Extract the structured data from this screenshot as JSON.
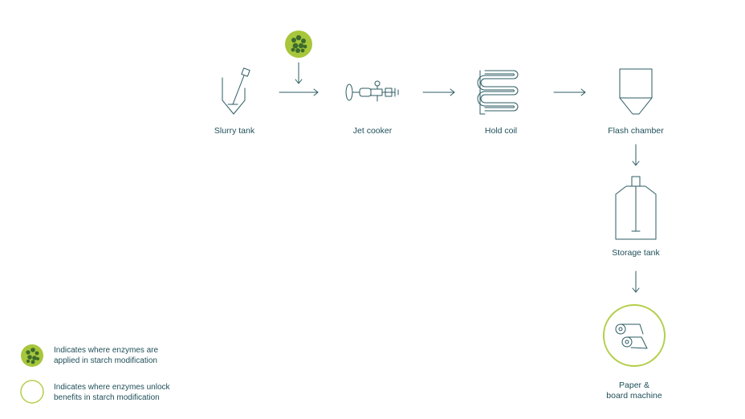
{
  "colors": {
    "line": "#2b5b63",
    "text": "#1f4f59",
    "enzyme_green": "#a7c63b",
    "enzyme_dark": "#3c6b2c"
  },
  "steps": [
    {
      "id": "slurry_tank",
      "label": "Slurry tank",
      "icon": "slurry-tank-icon"
    },
    {
      "id": "jet_cooker",
      "label": "Jet cooker",
      "icon": "jet-cooker-icon"
    },
    {
      "id": "hold_coil",
      "label": "Hold coil",
      "icon": "hold-coil-icon"
    },
    {
      "id": "flash_chamber",
      "label": "Flash chamber",
      "icon": "flash-chamber-icon"
    },
    {
      "id": "storage_tank",
      "label": "Storage tank",
      "icon": "storage-tank-icon"
    },
    {
      "id": "paper_machine",
      "label_line1": "Paper &",
      "label_line2": "board machine",
      "icon": "paper-machine-icon"
    }
  ],
  "legend": [
    {
      "icon": "enzyme-applied-icon",
      "line1": "Indicates where enzymes are",
      "line2": "applied in starch modification"
    },
    {
      "icon": "enzyme-benefit-ring-icon",
      "line1": "Indicates where enzymes unlock",
      "line2": "benefits in starch modification"
    }
  ]
}
